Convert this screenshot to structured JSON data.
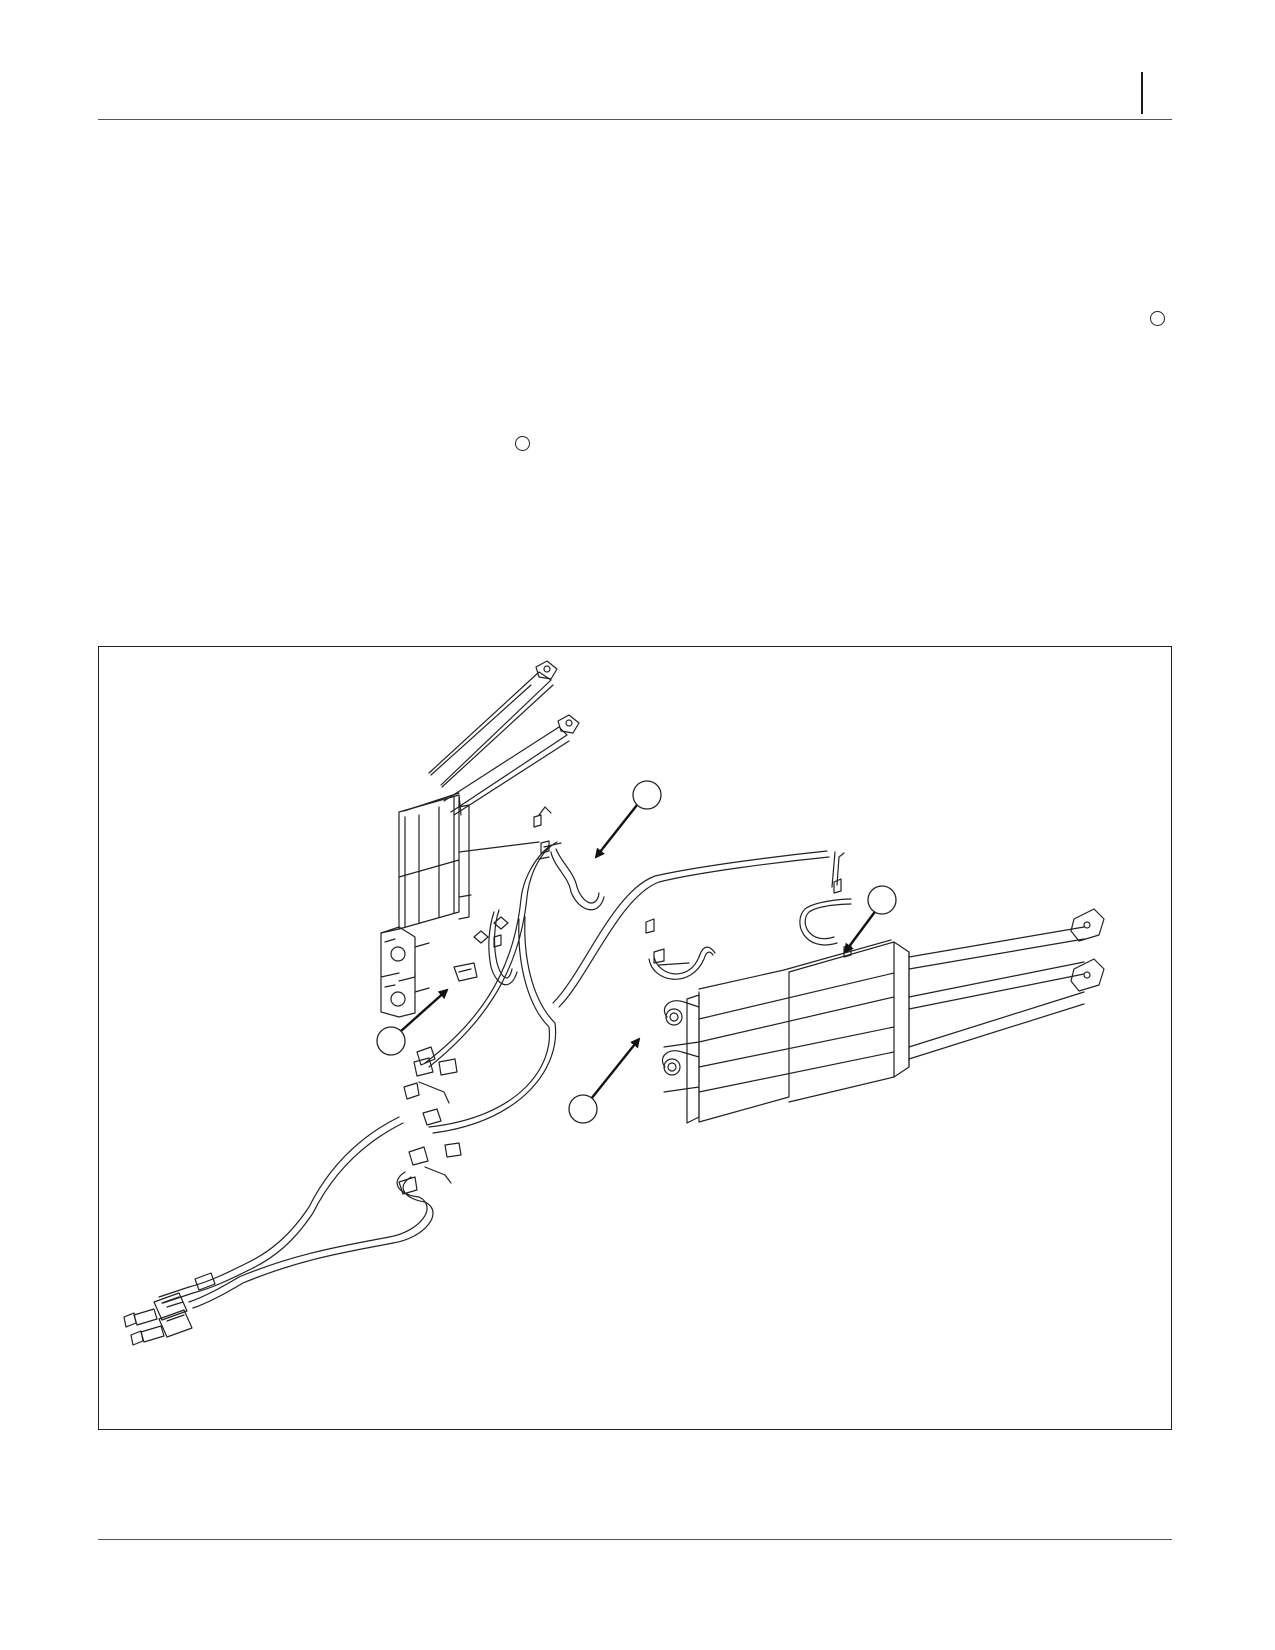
{
  "page": {
    "header_text": "",
    "footer_text": ""
  },
  "figure": {
    "caption": "",
    "callouts": [
      {
        "id": "callout-upper",
        "label": ""
      },
      {
        "id": "callout-right",
        "label": ""
      },
      {
        "id": "callout-left",
        "label": ""
      },
      {
        "id": "callout-center",
        "label": ""
      }
    ]
  },
  "colors": {
    "line": "#222222",
    "rule": "#555555",
    "background": "#ffffff"
  }
}
